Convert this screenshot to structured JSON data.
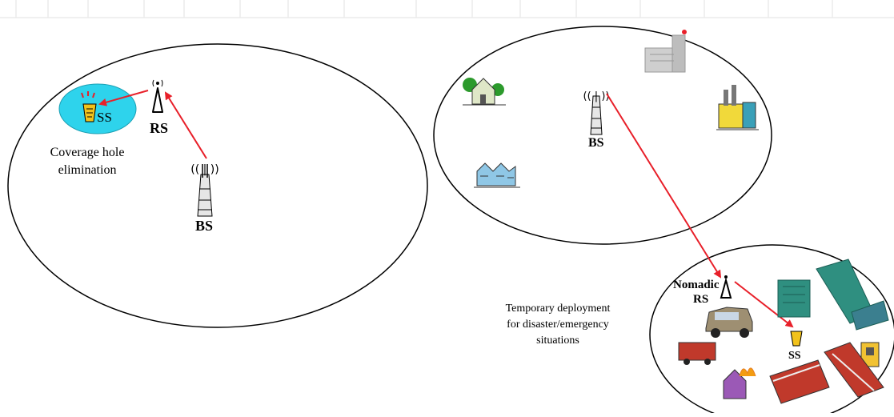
{
  "left_scenario": {
    "caption_line1": "Coverage hole",
    "caption_line2": "elimination",
    "rs_label": "RS",
    "ss_label": "SS",
    "bs_label": "BS"
  },
  "right_scenario": {
    "bs_label": "BS",
    "nomadic_line1": "Nomadic",
    "nomadic_line2": "RS",
    "ss_label": "SS",
    "caption_line1": "Temporary deployment",
    "caption_line2": "for disaster/emergency",
    "caption_line3": "situations"
  },
  "colors": {
    "link_arrow": "#e8202a",
    "coverage_hole_fill": "#2ed3ec",
    "ellipse_stroke": "#000000"
  }
}
